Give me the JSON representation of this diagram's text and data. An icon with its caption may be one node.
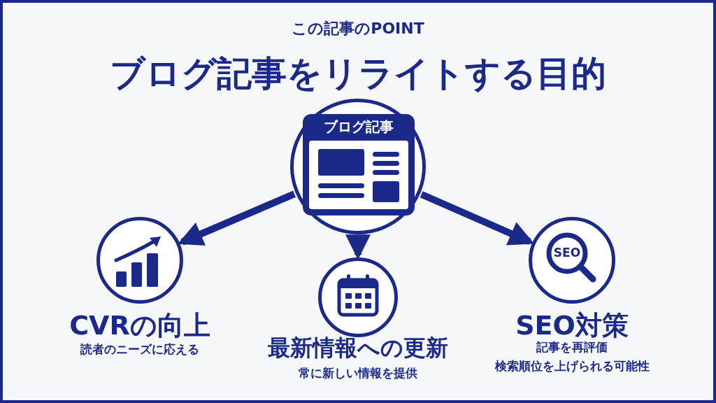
{
  "diagram": {
    "title": "ブログ記事をリライトする目的",
    "nodes": [
      {
        "text": [
          "ブログ記事"
        ]
      },
      {
        "text": [
          "CVRの向上",
          "読者のニーズに応える"
        ]
      },
      {
        "text": [
          "最新情報への更新",
          "常に新しい情報を提供"
        ]
      },
      {
        "text": [
          "SEO",
          "SEO対策",
          "記事を再評価",
          "検索順位を上げられる可能性"
        ]
      }
    ],
    "edges": [
      {
        "from": 0,
        "to": 1,
        "arrow": "to"
      },
      {
        "from": 0,
        "to": 2,
        "arrow": "to"
      },
      {
        "from": 0,
        "to": 3,
        "arrow": "to"
      }
    ],
    "labels": [
      "この記事のPOINT"
    ]
  }
}
